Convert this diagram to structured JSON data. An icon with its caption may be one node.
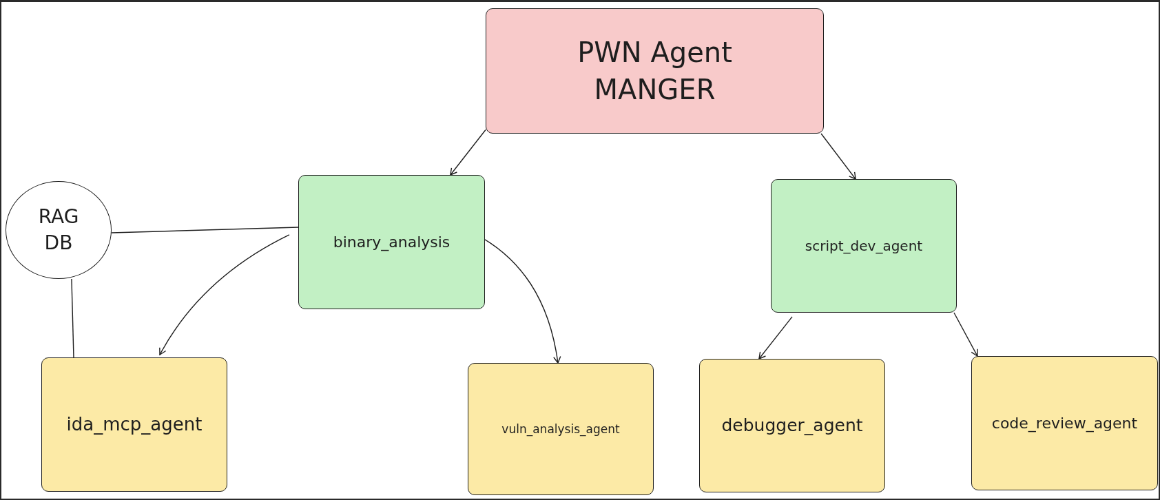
{
  "diagram": {
    "nodes": [
      {
        "text": [
          "PWN Agent MANGER"
        ]
      },
      {
        "text": [
          "RAG DB"
        ]
      },
      {
        "text": [
          "binary_analysis"
        ]
      },
      {
        "text": [
          "script_dev_agent"
        ]
      },
      {
        "text": [
          "ida_mcp_agent"
        ]
      },
      {
        "text": [
          "vuln_analysis_agent"
        ]
      },
      {
        "text": [
          "debugger_agent"
        ]
      },
      {
        "text": [
          "code_review_agent"
        ]
      }
    ],
    "edges": [
      {
        "from": 0,
        "to": 2,
        "arrow": "to"
      },
      {
        "from": 0,
        "to": 3,
        "arrow": "to"
      },
      {
        "from": 2,
        "to": 4,
        "arrow": "to"
      },
      {
        "from": 2,
        "to": 5,
        "arrow": "to"
      },
      {
        "from": 3,
        "to": 6,
        "arrow": "to"
      },
      {
        "from": 3,
        "to": 7,
        "arrow": "to"
      },
      {
        "from": 1,
        "to": 2,
        "arrow": "none"
      },
      {
        "from": 1,
        "to": 4,
        "arrow": "none"
      }
    ]
  }
}
